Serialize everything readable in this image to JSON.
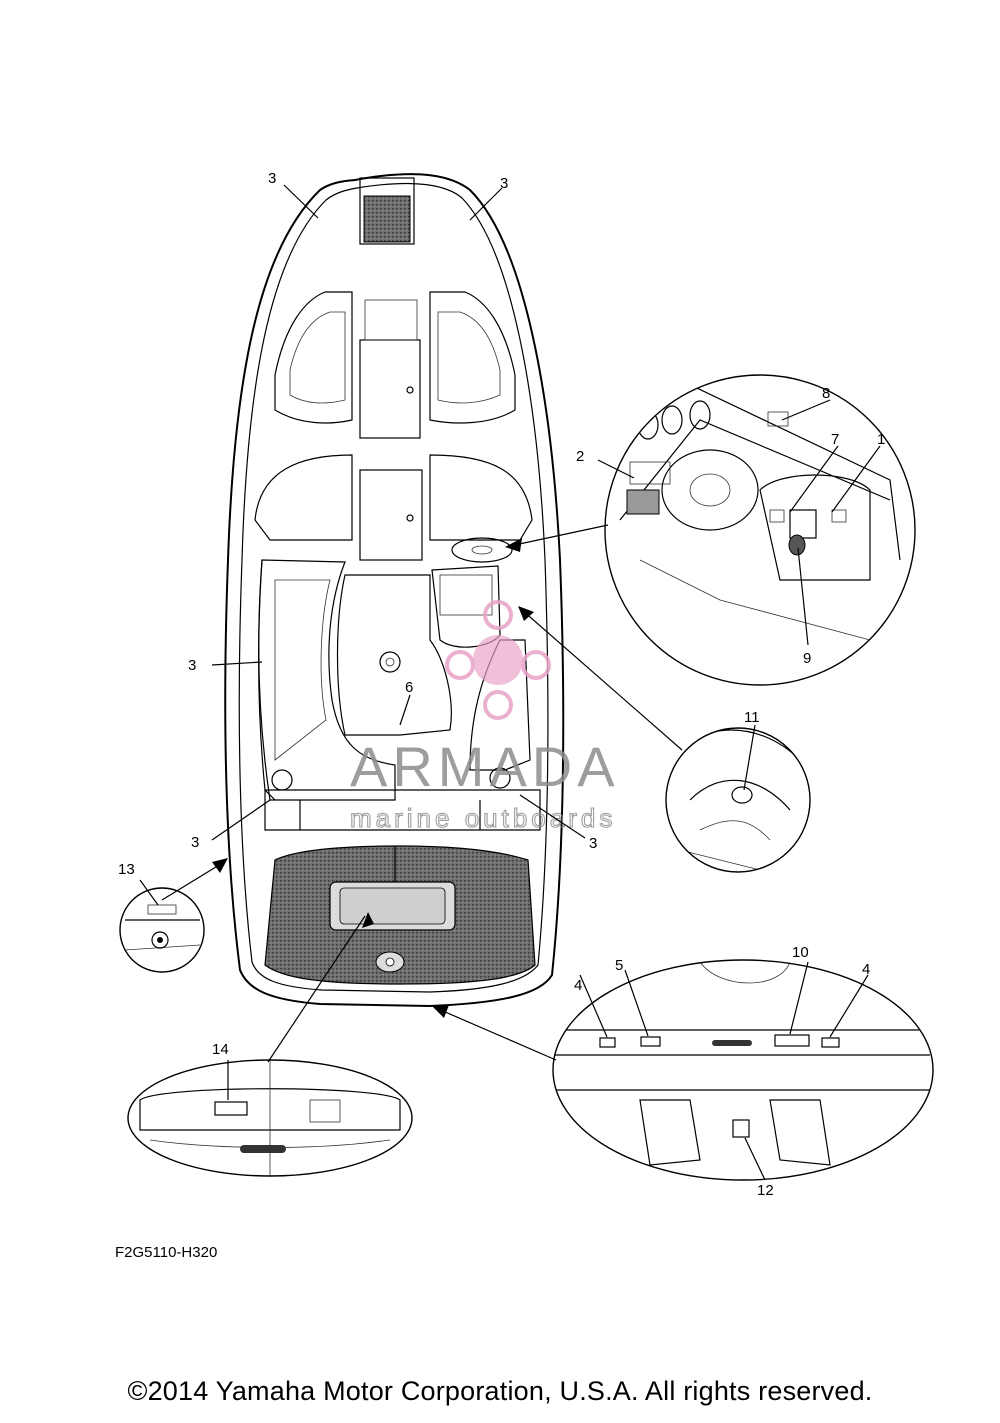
{
  "diagram": {
    "callouts": {
      "c1": "1",
      "c2": "2",
      "c3a": "3",
      "c3b": "3",
      "c3c": "3",
      "c3d": "3",
      "c3e": "3",
      "c4a": "4",
      "c4b": "4",
      "c5": "5",
      "c6": "6",
      "c7": "7",
      "c8": "8",
      "c9": "9",
      "c10": "10",
      "c11": "11",
      "c12": "12",
      "c13": "13",
      "c14": "14"
    },
    "part_code": "F2G5110-H320",
    "copyright": "©2014 Yamaha Motor Corporation, U.S.A. All rights reserved."
  },
  "watermark": {
    "title": "ARMADA",
    "subtitle": "marine outboards",
    "color_gray": "#8c8c8c",
    "color_pink": "#e8a3c7"
  }
}
